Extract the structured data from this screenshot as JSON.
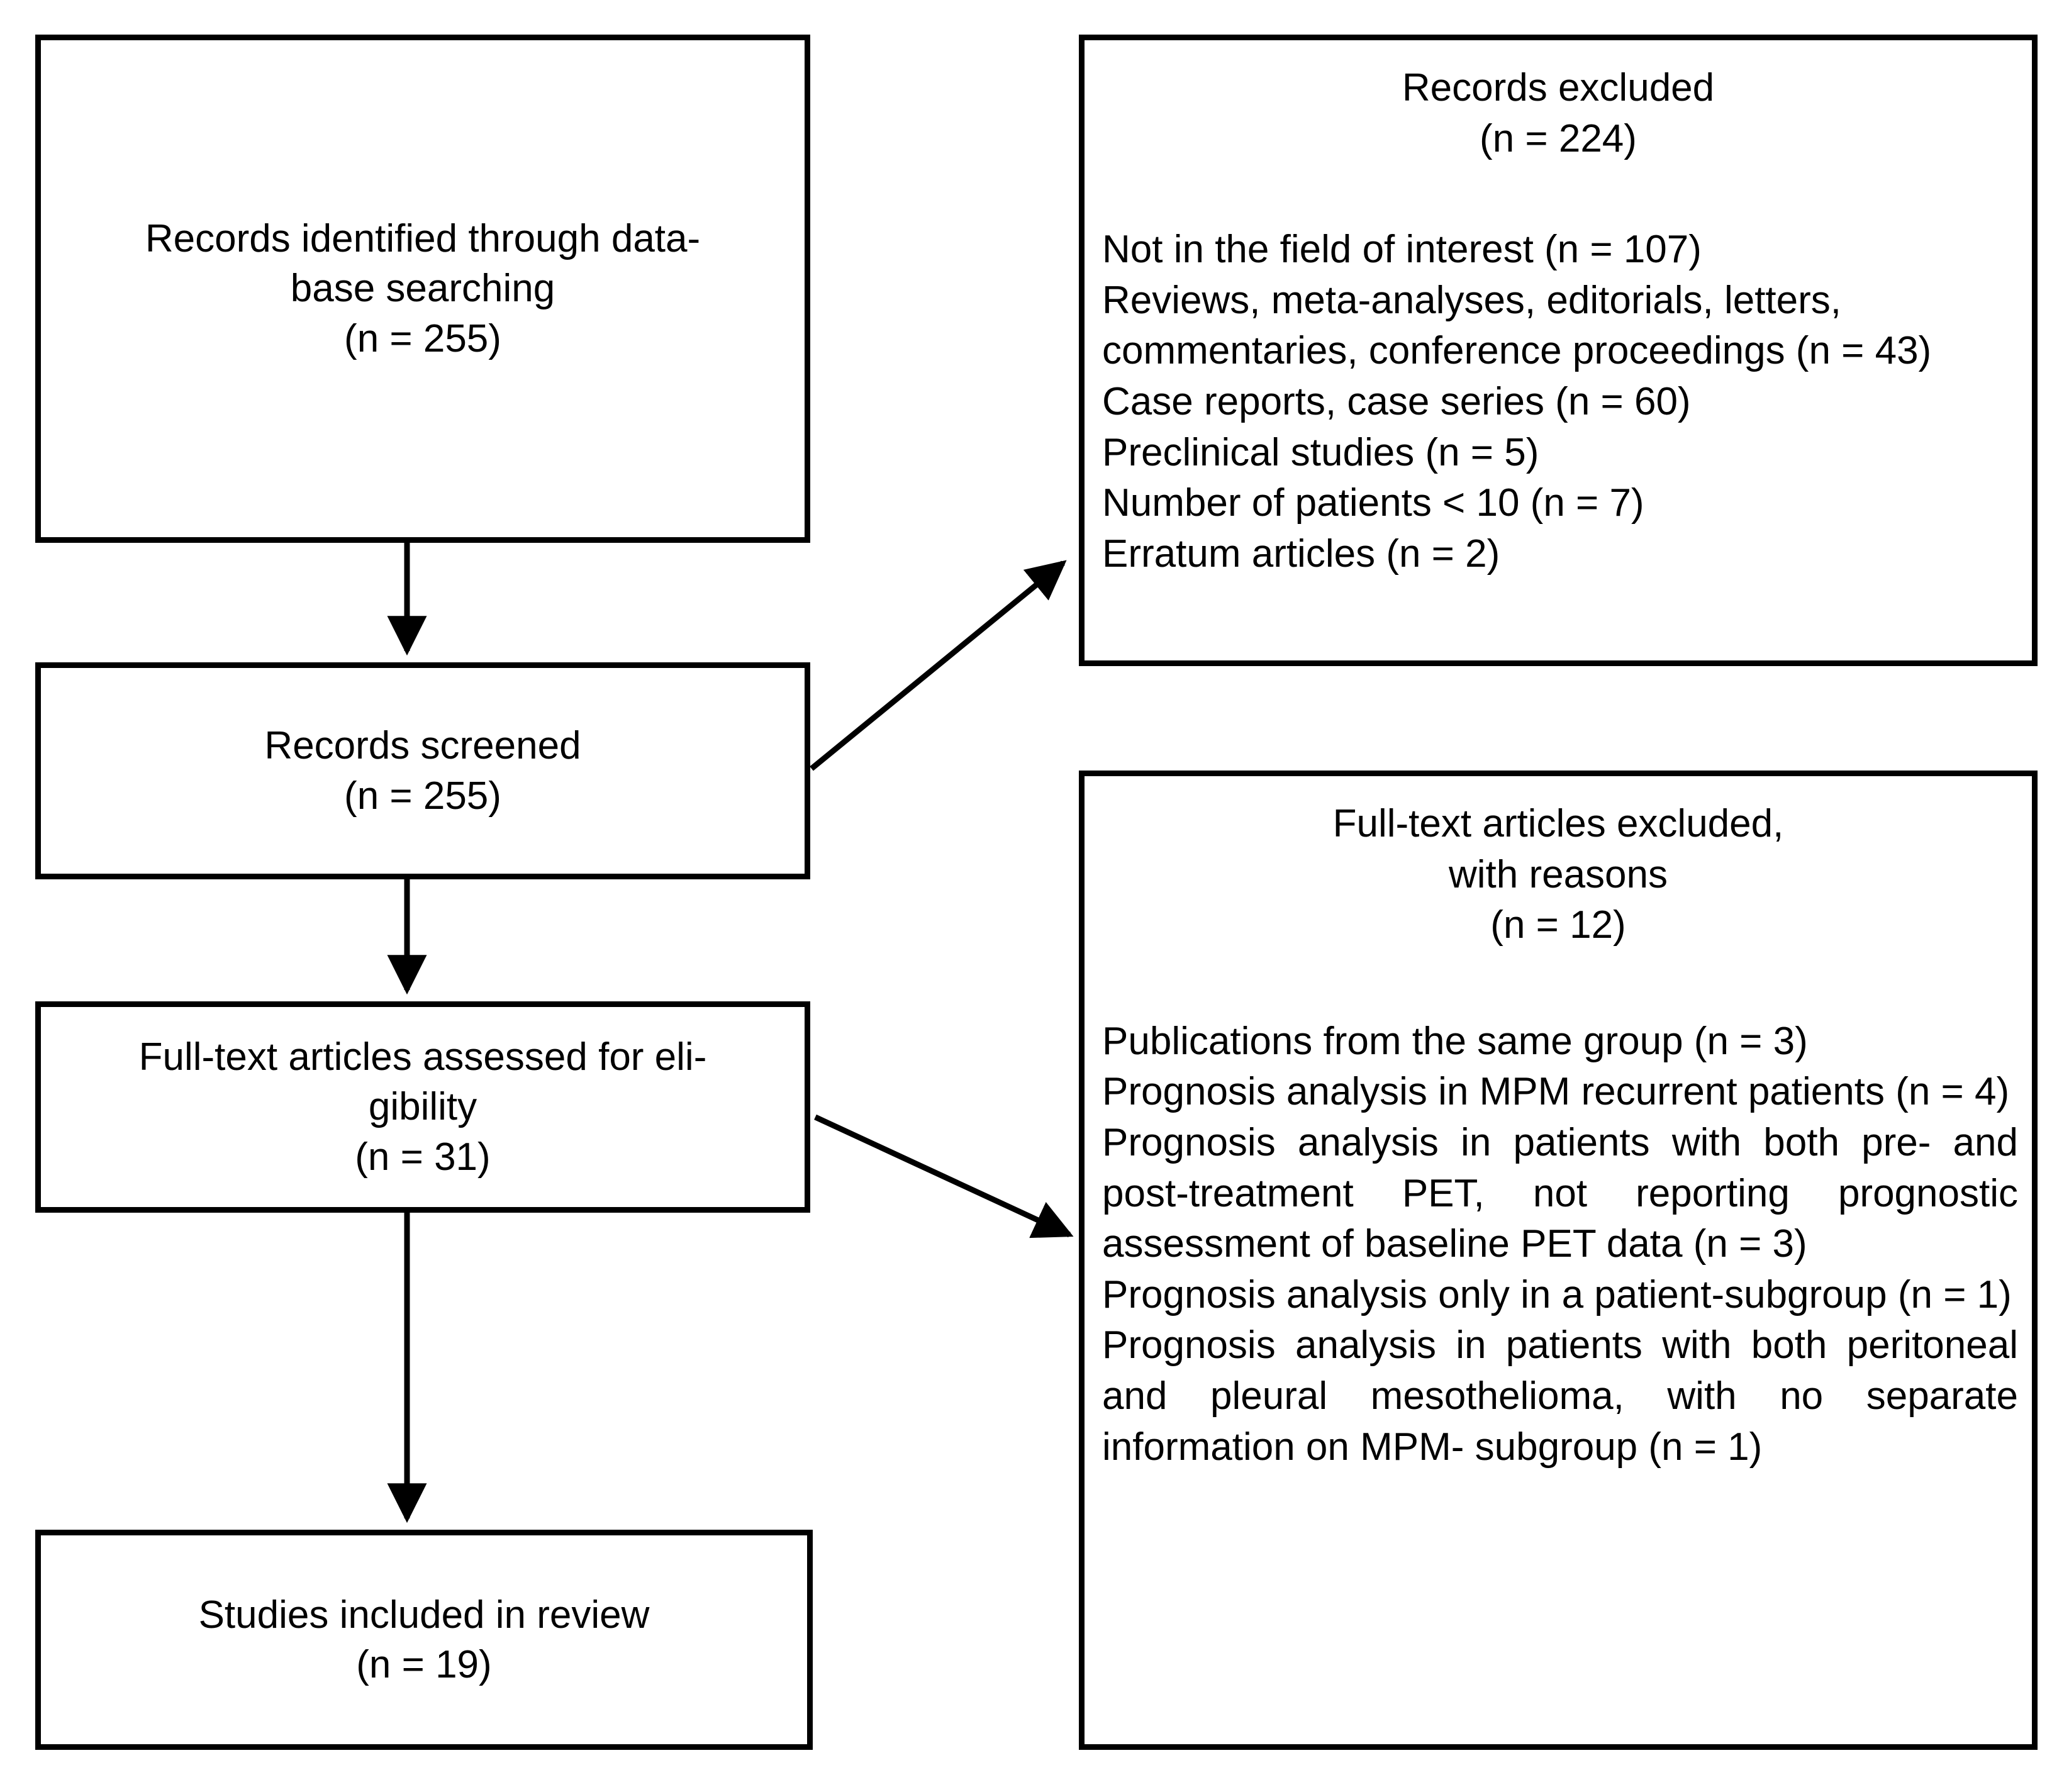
{
  "diagram": {
    "type": "prisma-flow-diagram",
    "colors": {
      "stroke": "#000000",
      "fill": "#ffffff",
      "text": "#000000"
    },
    "boxes": {
      "identified": {
        "label": "Records identified through data-\nbase searching\n(n = 255)",
        "count": 255
      },
      "screened": {
        "label": "Records screened\n(n = 255)",
        "count": 255
      },
      "eligibility": {
        "label": "Full-text articles assessed for eli-\ngibility\n(n = 31)",
        "count": 31
      },
      "included": {
        "label": "Studies included in review\n(n = 19)",
        "count": 19
      },
      "records_excluded": {
        "heading": "Records excluded\n(n = 224)",
        "count": 224,
        "reasons": [
          "Not in the field of interest (n = 107)",
          "Reviews, meta-analyses, editorials, letters, commentaries, conference proceedings (n = 43)",
          "Case reports, case series (n = 60)",
          "Preclinical studies (n = 5)",
          "Number of patients < 10 (n = 7)",
          "Erratum articles (n = 2)"
        ]
      },
      "fulltext_excluded": {
        "heading": "Full-text articles excluded,\nwith reasons\n(n = 12)",
        "count": 12,
        "reasons": [
          "Publications from the same group (n = 3)",
          "Prognosis analysis in MPM recurrent patients (n = 4)",
          "Prognosis analysis in patients with both pre- and post-treatment PET, not reporting prognostic assessment of baseline PET data (n = 3)",
          "Prognosis analysis only in a patient-subgroup (n = 1)",
          "Prognosis analysis in patients with both peritoneal and pleural mesothelioma, with no separate information on MPM- subgroup (n = 1)"
        ]
      }
    },
    "arrows": [
      {
        "name": "identified-to-screened",
        "kind": "vertical-down"
      },
      {
        "name": "screened-to-eligibility",
        "kind": "vertical-down"
      },
      {
        "name": "eligibility-to-included",
        "kind": "vertical-down"
      },
      {
        "name": "screened-to-records-excluded",
        "kind": "diagonal-up-right"
      },
      {
        "name": "eligibility-to-fulltext-excluded",
        "kind": "diagonal-down-right"
      }
    ]
  }
}
